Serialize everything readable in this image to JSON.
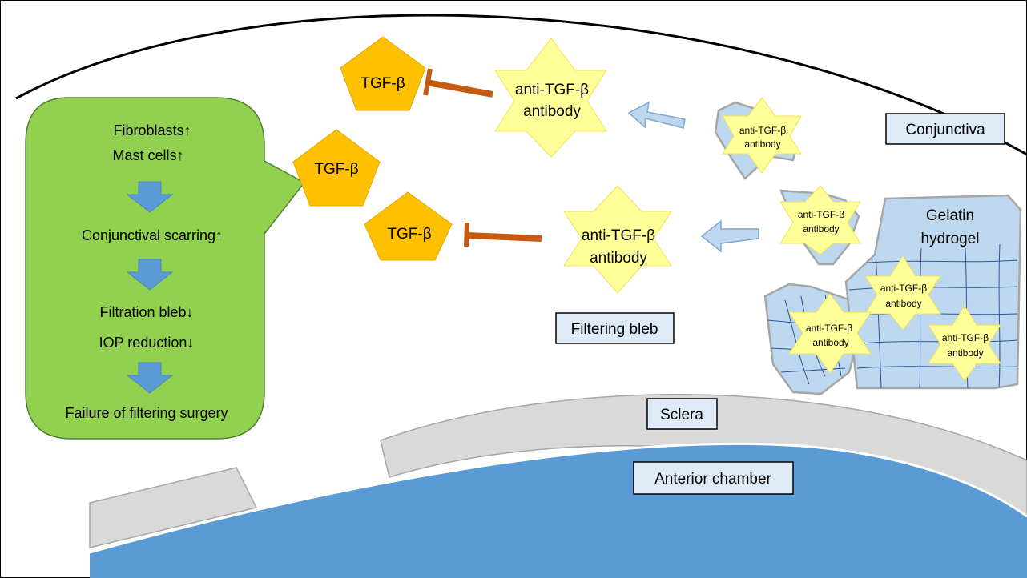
{
  "colors": {
    "flow_box": "#92D050",
    "flow_box_border": "#538135",
    "tgf": "#FFC000",
    "star": "#FFFF99",
    "star_border": "#F2E05A",
    "inhibit": "#C55A11",
    "arrow_light": "#BDD7EE",
    "arrow_light_border": "#7FA6CC",
    "arrow_blue": "#5B9BD5",
    "hydrogel": "#BDD7EE",
    "hydrogel_border": "#A6A6A6",
    "hydrogel_lines": "#2F5597",
    "sclera": "#D9D9D9",
    "anterior_chamber": "#5B9BD5",
    "label_box": "#DEEBF7"
  },
  "flow": {
    "fibroblasts": "Fibroblasts↑",
    "mast_cells": "Mast cells↑",
    "scarring": "Conjunctival scarring↑",
    "bleb": "Filtration bleb↓",
    "iop": "IOP reduction↓",
    "failure": "Failure of filtering surgery"
  },
  "tgf_beta": "TGF-β",
  "antibody_line1": "anti-TGF-β",
  "antibody_line2": "antibody",
  "hydrogel_label_line1": "Gelatin",
  "hydrogel_label_line2": "hydrogel",
  "labels": {
    "conjunctiva": "Conjunctiva",
    "filtering_bleb": "Filtering bleb",
    "sclera": "Sclera",
    "anterior_chamber": "Anterior chamber"
  }
}
